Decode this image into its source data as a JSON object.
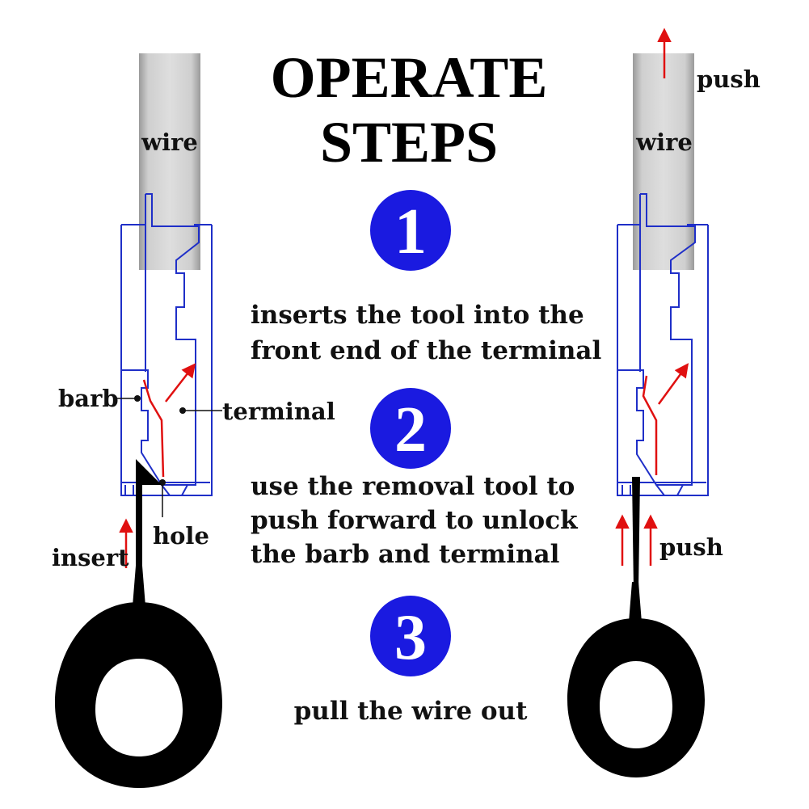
{
  "title": {
    "line1": "OPERATE",
    "line2": "STEPS"
  },
  "steps": [
    {
      "number": "1",
      "lines": [
        "inserts the tool into the",
        "front end of the terminal"
      ]
    },
    {
      "number": "2",
      "lines": [
        "use the removal tool to",
        "push forward to unlock",
        "the barb and terminal"
      ]
    },
    {
      "number": "3",
      "lines": [
        "pull the wire out"
      ]
    }
  ],
  "left_diagram": {
    "wire_label": "wire",
    "barb_label": "barb",
    "terminal_label": "terminal",
    "hole_label": "hole",
    "insert_label": "insert"
  },
  "right_diagram": {
    "wire_label": "wire",
    "push_top_label": "push",
    "push_bottom_label": "push"
  },
  "colors": {
    "circle_blue": "#1a1ae0",
    "housing_blue": "#1f2fc8",
    "arrow_red": "#e01010",
    "wire_gray": "#c8c8c8",
    "tool_black": "#000000"
  }
}
